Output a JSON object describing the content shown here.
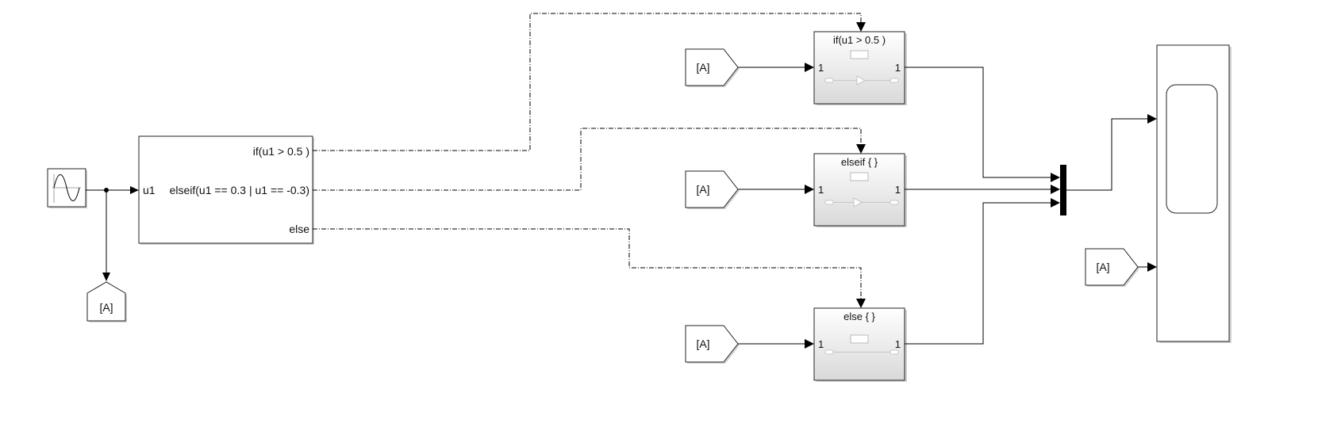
{
  "diagram": {
    "source": {
      "icon": "sine-wave-icon"
    },
    "goto_tag": "[A]",
    "if_block": {
      "input_label": "u1",
      "outputs": [
        "if(u1 > 0.5 )",
        "elseif(u1 == 0.3 |  u1 == -0.3)",
        "else"
      ]
    },
    "action_subsystems": [
      {
        "title": "if(u1 > 0.5 )",
        "in_port": "1",
        "out_port": "1",
        "from_tag": "[A]"
      },
      {
        "title": "elseif { }",
        "in_port": "1",
        "out_port": "1",
        "from_tag": "[A]"
      },
      {
        "title": "else { }",
        "in_port": "1",
        "out_port": "1",
        "from_tag": "[A]"
      }
    ],
    "scope": {
      "from_tag": "[A]",
      "icon": "scope-screen-icon"
    },
    "mux": {
      "icon": "mux-bar-icon"
    }
  }
}
